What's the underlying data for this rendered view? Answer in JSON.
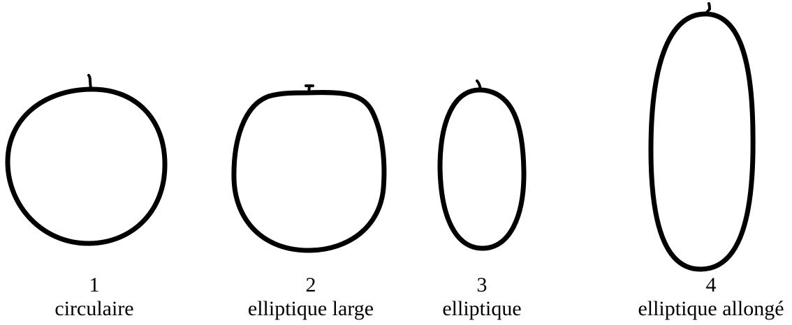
{
  "shapes": [
    {
      "number": "1",
      "label": "circulaire"
    },
    {
      "number": "2",
      "label": "elliptique large"
    },
    {
      "number": "3",
      "label": "elliptique"
    },
    {
      "number": "4",
      "label": "elliptique allongé"
    }
  ],
  "colors": {
    "background": "#ffffff",
    "ink": "#000000"
  }
}
